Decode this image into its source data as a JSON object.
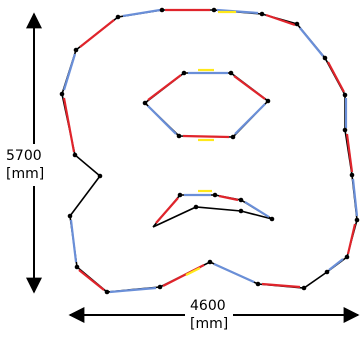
{
  "diagram": {
    "height_dimension": {
      "value": "5700",
      "unit": "[mm]"
    },
    "width_dimension": {
      "value": "4600",
      "unit": "[mm]"
    },
    "colors": {
      "base_line": "#000000",
      "red_segment": "#e0242b",
      "blue_segment": "#6a8fd8",
      "yellow_segment": "#ffe81a",
      "node": "#000000"
    }
  }
}
